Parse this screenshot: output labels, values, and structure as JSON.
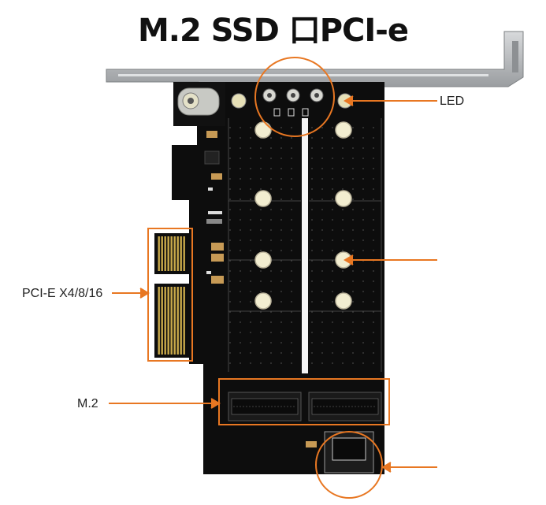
{
  "title": "M.2 SSD    口PCI-e",
  "labels": {
    "led": "LED",
    "pcie": "PCI-E X4/8/16",
    "m2": "M.2"
  },
  "colors": {
    "accent": "#e87722",
    "board": "#0d0d0d",
    "bracket": "#b9bcbf",
    "gold": "#c9a94a"
  }
}
